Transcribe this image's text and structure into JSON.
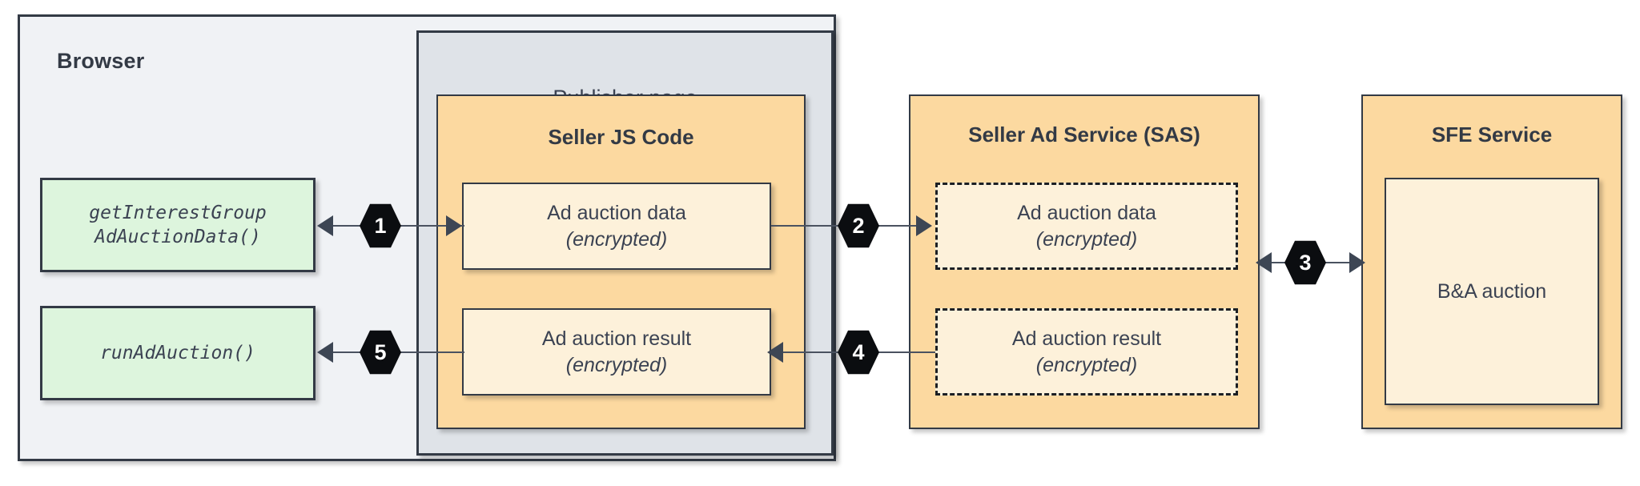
{
  "diagram": {
    "browser": {
      "title": "Browser",
      "calls": [
        {
          "id": "get-interest-group",
          "line1": "getInterestGroup",
          "line2": "AdAuctionData()"
        },
        {
          "id": "run-ad-auction",
          "line1": "runAdAuction()",
          "line2": ""
        }
      ]
    },
    "publisher": {
      "title": "Publisher page"
    },
    "seller_js": {
      "title": "Seller JS Code",
      "boxes": [
        {
          "label": "Ad auction data",
          "sub": "(encrypted)"
        },
        {
          "label": "Ad auction result",
          "sub": "(encrypted)"
        }
      ]
    },
    "seller_ad_service": {
      "title": "Seller Ad Service (SAS)",
      "boxes": [
        {
          "label": "Ad auction data",
          "sub": "(encrypted)"
        },
        {
          "label": "Ad auction result",
          "sub": "(encrypted)"
        }
      ]
    },
    "sfe_service": {
      "title": "SFE Service",
      "boxes": [
        {
          "label": "B&A auction"
        }
      ]
    },
    "steps": [
      {
        "number": "1",
        "from": "seller-js-ad-auction-data",
        "to": "get-interest-group-ad-auction-data",
        "direction": "bidirectional"
      },
      {
        "number": "2",
        "from": "seller-js-ad-auction-data",
        "to": "sas-ad-auction-data",
        "direction": "right"
      },
      {
        "number": "3",
        "from": "seller-ad-service",
        "to": "sfe-service",
        "direction": "bidirectional"
      },
      {
        "number": "4",
        "from": "sas-ad-auction-result",
        "to": "seller-js-ad-auction-result",
        "direction": "left"
      },
      {
        "number": "5",
        "from": "seller-js-ad-auction-result",
        "to": "run-ad-auction",
        "direction": "left"
      }
    ],
    "colors": {
      "browser_bg": "#f0f2f5",
      "publisher_bg": "#dfe3e8",
      "service_bg": "#fcd9a0",
      "data_bg": "#fdf1da",
      "call_bg": "#ddf5dd",
      "stroke": "#333a45",
      "badge_bg": "#0b0d10"
    }
  }
}
